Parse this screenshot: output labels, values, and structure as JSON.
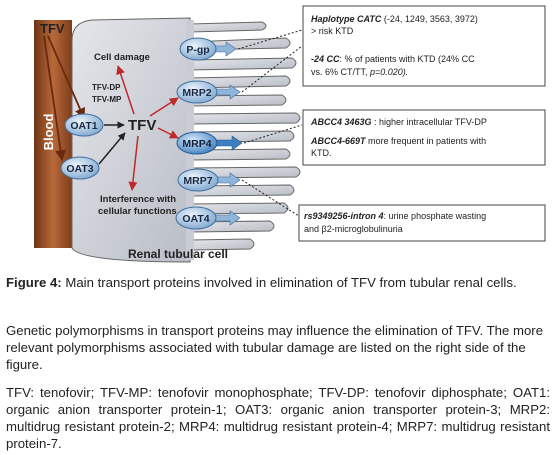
{
  "diagram": {
    "tfv_outside": "TFV",
    "blood_label": "Blood",
    "cell_label": "Renal tubular cell",
    "center_label": "TFV",
    "cell_damage": "Cell damage",
    "metabolites": [
      "TFV-DP",
      "TFV-MP"
    ],
    "interference_line1": "Interference with",
    "interference_line2": "cellular functions",
    "transporters": {
      "pgp": "P-gp",
      "mrp2": "MRP2",
      "mrp4": "MRP4",
      "mrp7": "MRP7",
      "oat4": "OAT4",
      "oat1": "OAT1",
      "oat3": "OAT3"
    },
    "boxes": {
      "pgp_box": {
        "line1_italic": "Haplotype CATC",
        "line1_rest": " (-24, 1249, 3563, 3972)",
        "line2": "> risk KTD",
        "line3_italic": "-24 CC",
        "line3_rest": ": % of patients with KTD (24% CC",
        "line4": "vs. 6% CT/TT, ",
        "line4_italic": "p=0.020)."
      },
      "mrp4_box": {
        "line1_italic": "ABCC4 3463G",
        "line1_rest": " : higher intracellular TFV-DP",
        "line2_italic": "ABCC4-669T",
        "line2_rest": " more frequent in patients with",
        "line3": "KTD."
      },
      "mrp7_box": {
        "line1_italic": "rs9349256-intron 4",
        "line1_rest": ": urine phosphate wasting",
        "line2": "and β2-microglobulinuria"
      }
    }
  },
  "caption": {
    "figure_label": "Figure 4:",
    "figure_text": " Main transport proteins involved in elimination of TFV from tubular renal cells.",
    "paragraph": "Genetic polymorphisms in transport proteins may influence the elimination of TFV. The more relevant polymorphisms associated with tubular damage are listed on the right side of the figure.",
    "abbreviations": "TFV: tenofovir; TFV-MP: tenofovir monophosphate; TFV-DP: tenofovir diphosphate; OAT1: organic anion transporter protein-1; OAT3: organic anion transporter protein-3; MRP2: multidrug resistant protein-2;  MRP4: multidrug resistant protein-4; MRP7: multidrug resistant protein-7."
  },
  "colors": {
    "blood": "#a0552a",
    "cell_fill": "#c9ccd4",
    "transporter": "#8fb5d8",
    "arrow_red": "#c0282a",
    "arrow_dark": "#6b2a10"
  }
}
